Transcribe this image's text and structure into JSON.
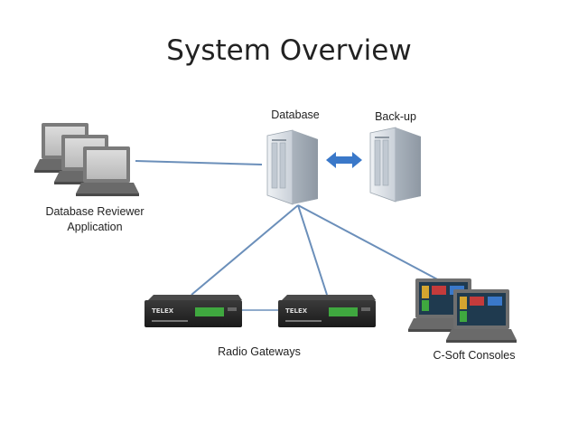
{
  "slide": {
    "title": "System Overview",
    "labels": {
      "database": "Database",
      "backup": "Back-up",
      "reviewer_line1": "Database Reviewer",
      "reviewer_line2": "Application",
      "radio_gateways": "Radio Gateways",
      "consoles": "C-Soft Consoles",
      "gateway_brand": "TELEX"
    },
    "colors": {
      "connector": "#6b8fba",
      "arrow": "#3a78c9",
      "server": "#d9dee4",
      "gateway": "#2b2b2b",
      "gateway_display": "#3fa83f"
    },
    "icons": [
      "laptop-icon",
      "server-icon",
      "radio-gateway-icon",
      "double-arrow-icon"
    ]
  }
}
